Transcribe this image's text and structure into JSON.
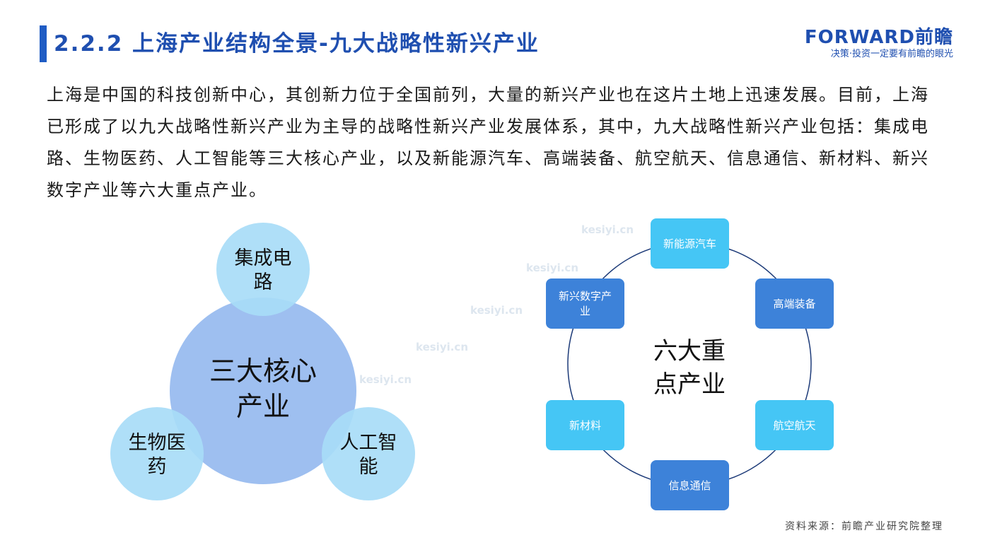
{
  "title": "2.2.2 上海产业结构全景-九大战略性新兴产业",
  "logo": {
    "main": "FORWARD前瞻",
    "sub": "决策·投资一定要有前瞻的眼光"
  },
  "intro": "上海是中国的科技创新中心，其创新力位于全国前列，大量的新兴产业也在这片土地上迅速发展。目前，上海已形成了以九大战略性新兴产业为主导的战略性新兴产业发展体系，其中，九大战略性新兴产业包括：集成电路、生物医药、人工智能等三大核心产业，以及新能源汽车、高端装备、航空航天、信息通信、新材料、新兴数字产业等六大重点产业。",
  "watermark": "kesiyi.cn",
  "core": {
    "center": [
      "三大核心",
      "产业"
    ],
    "top": [
      "集成电",
      "路"
    ],
    "left": [
      "生物医",
      "药"
    ],
    "right": [
      "人工智",
      "能"
    ]
  },
  "ring": {
    "center": [
      "六大重",
      "点产业"
    ],
    "nodes": {
      "ev": "新能源汽车",
      "equipment": "高端装备",
      "aerospace": "航空航天",
      "telecom": "信息通信",
      "materials": "新材料",
      "digital": [
        "新兴数字产",
        "业"
      ]
    }
  },
  "source": "资料来源：前瞻产业研究院整理",
  "colors": {
    "brand": "#1f4fb0",
    "core_center": "#9ebff0",
    "core_satellite": "#a8dcf7",
    "ring_light": "#45c6f5",
    "ring_dark": "#3d82d9",
    "ring_line": "#1c3a78"
  }
}
